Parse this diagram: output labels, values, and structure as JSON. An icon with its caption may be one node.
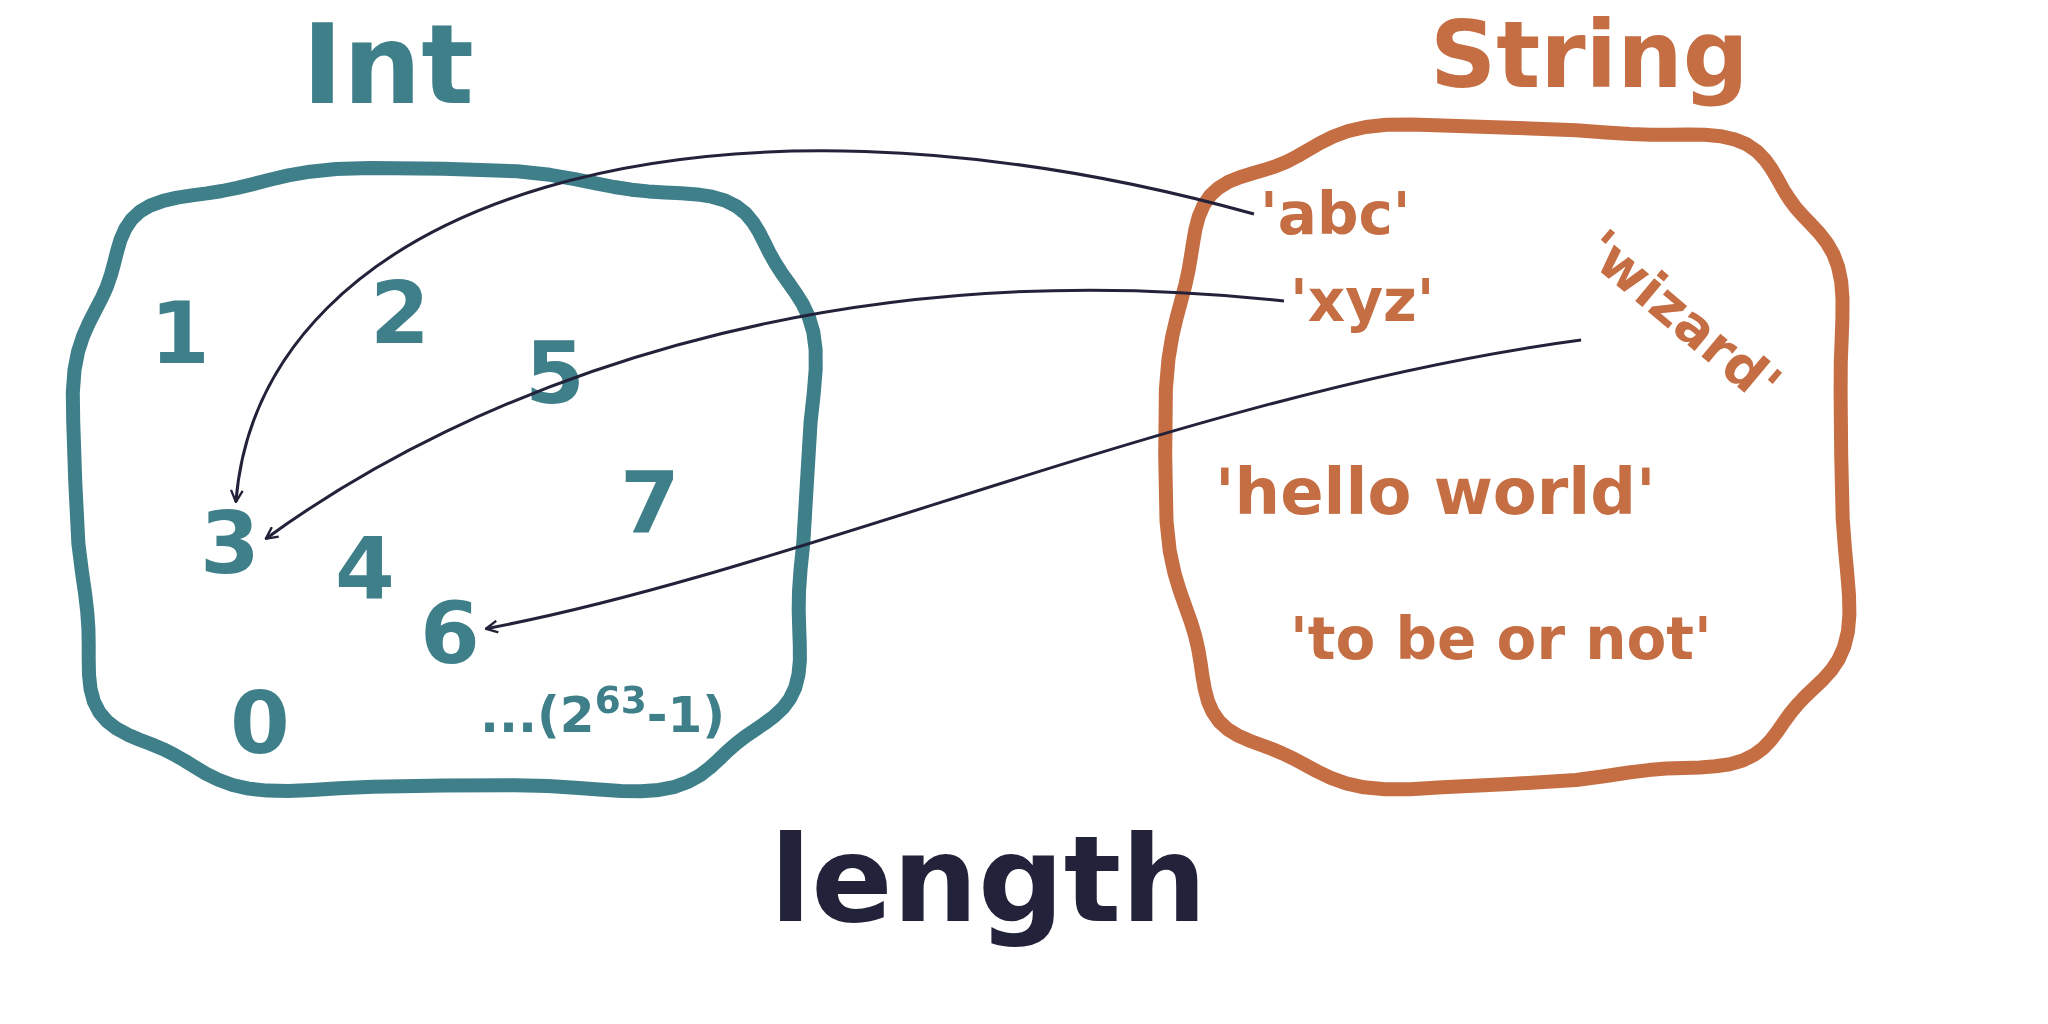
{
  "diagram": {
    "nodes": [
      {
        "text": [
          "Int"
        ]
      },
      {
        "text": [
          "1"
        ],
        "in": 0
      },
      {
        "text": [
          "2"
        ],
        "in": 0
      },
      {
        "text": [
          "5"
        ],
        "in": 0
      },
      {
        "text": [
          "3"
        ],
        "in": 0
      },
      {
        "text": [
          "4"
        ],
        "in": 0
      },
      {
        "text": [
          "7"
        ],
        "in": 0
      },
      {
        "text": [
          "6"
        ],
        "in": 0
      },
      {
        "text": [
          "0"
        ],
        "in": 0
      },
      {
        "text": [
          "...(2$^{63}$-1)"
        ],
        "in": 0
      },
      {
        "text": [
          "String"
        ]
      },
      {
        "text": [
          "'abc'"
        ],
        "in": 10
      },
      {
        "text": [
          "'xyz'"
        ],
        "in": 10
      },
      {
        "text": [
          "'wizard'"
        ],
        "in": 10
      },
      {
        "text": [
          "'hello world'"
        ],
        "in": 10
      },
      {
        "text": [
          "'to be or not'"
        ],
        "in": 10
      }
    ],
    "edges": [
      {
        "from": 11,
        "to": 4,
        "arrow": "to"
      },
      {
        "from": 12,
        "to": 4,
        "arrow": "to"
      },
      {
        "from": 13,
        "to": 7,
        "arrow": "to"
      }
    ],
    "labels": [
      "length"
    ]
  }
}
